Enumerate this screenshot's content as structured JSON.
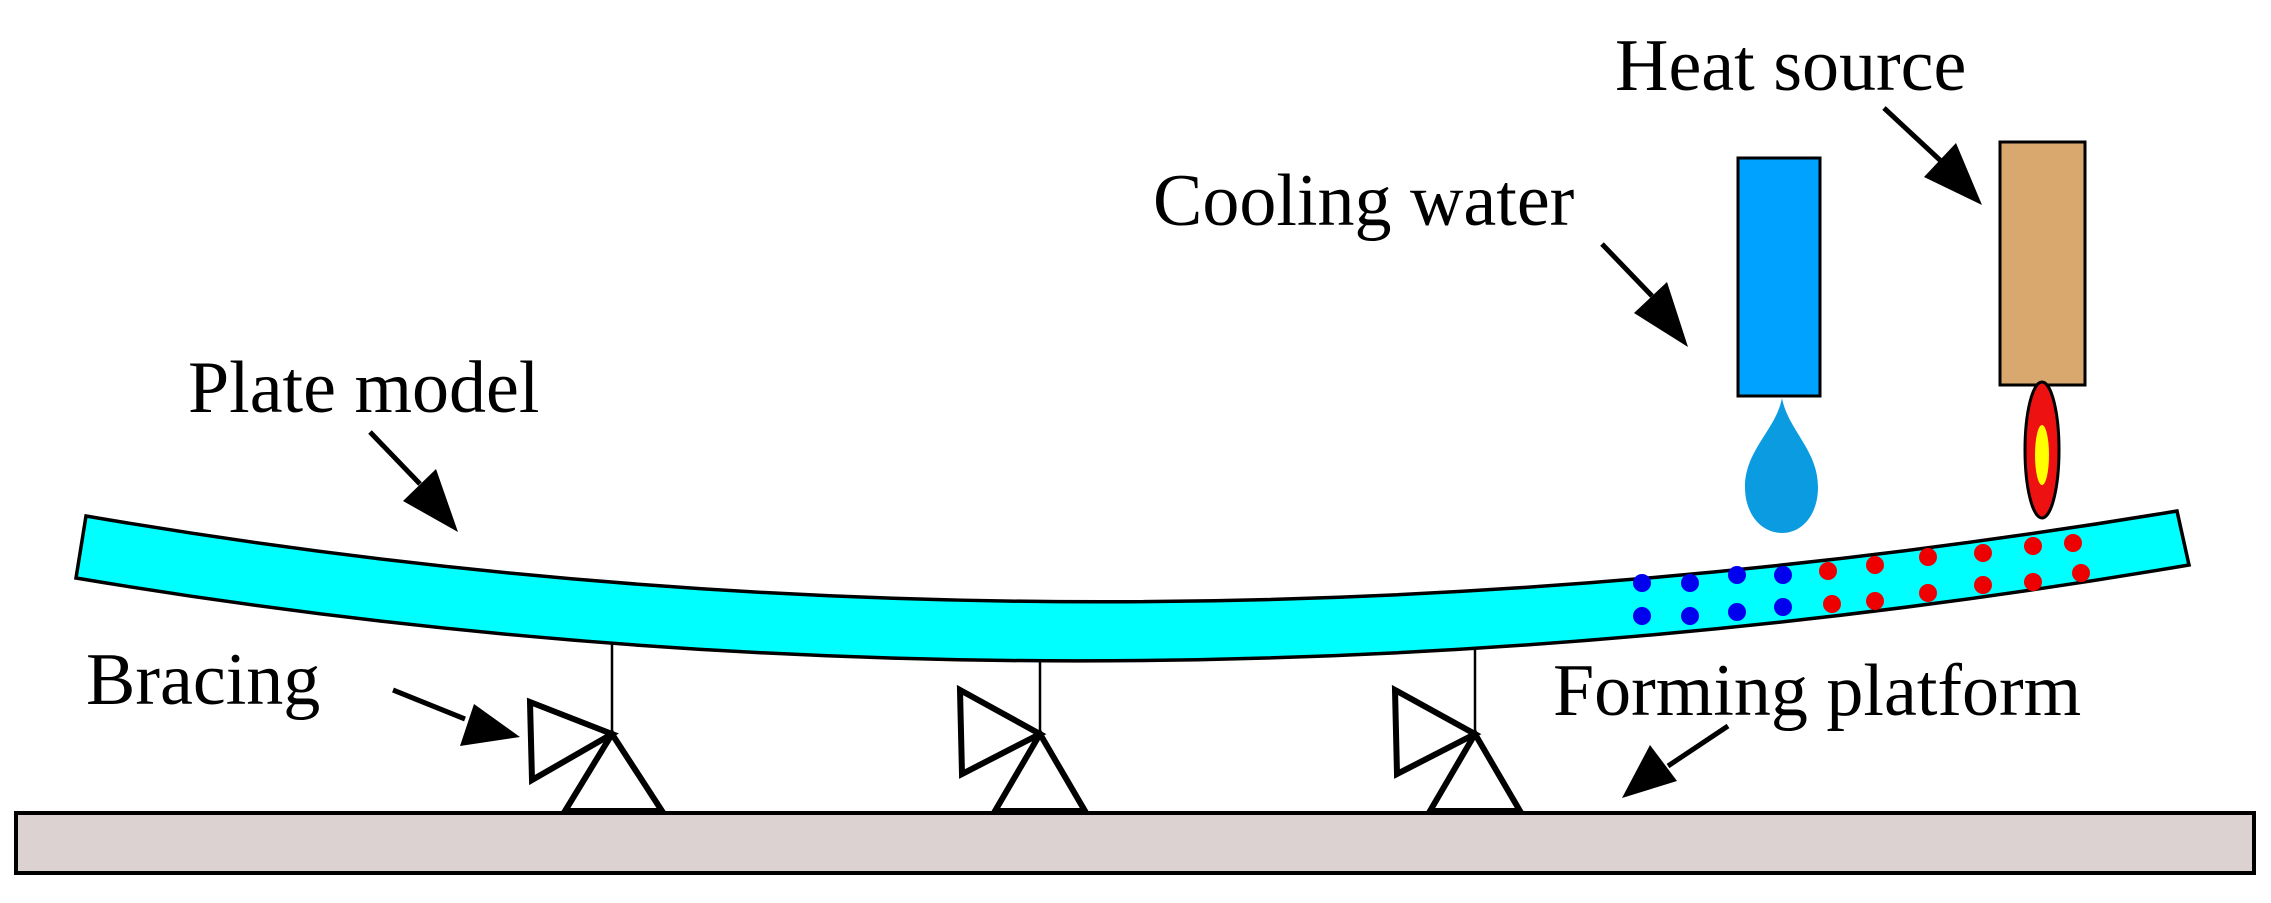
{
  "labels": {
    "heat_source": "Heat source",
    "cooling_water": "Cooling water",
    "plate_model": "Plate model",
    "bracing": "Bracing",
    "forming_platform": "Forming platform"
  },
  "colors": {
    "plate_fill": "#00ffff",
    "platform_fill": "#dcd2d2",
    "cooling_nozzle": "#00a2ff",
    "water_drop": "#0b9be0",
    "heat_nozzle": "#d8a86e",
    "flame_outer": "#ee1111",
    "flame_inner": "#ffff00",
    "cold_dots": "#0000ee",
    "hot_dots": "#ee0000",
    "outline": "#000000"
  },
  "icons": {
    "cooling_water": "water-drop-icon",
    "heat_source": "flame-icon",
    "bracing": "triangle-support-icon"
  }
}
